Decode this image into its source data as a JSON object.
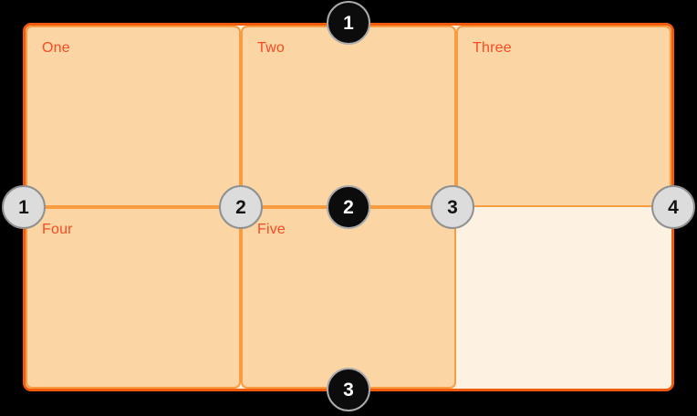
{
  "diagram": {
    "description": "CSS grid numbered lines diagram",
    "background_color": "#000000",
    "container_border_color": "#F35B0C",
    "container_background_color": "#FDF2E2",
    "cell_fill_color": "#FBD5A4",
    "cell_border_color": "#F89C42",
    "label_color": "#F94B22"
  },
  "grid": {
    "columns": 3,
    "rows": 2,
    "cells": [
      {
        "label": "One"
      },
      {
        "label": "Two"
      },
      {
        "label": "Three"
      },
      {
        "label": "Four"
      },
      {
        "label": "Five"
      },
      {
        "label": ""
      }
    ]
  },
  "markers": {
    "row_lines": [
      {
        "number": "1",
        "color": "#0C0C0C"
      },
      {
        "number": "2",
        "color": "#0C0C0C"
      },
      {
        "number": "3",
        "color": "#0C0C0C"
      }
    ],
    "column_lines": [
      {
        "number": "1",
        "color": "#DCDCDC"
      },
      {
        "number": "2",
        "color": "#DCDCDC"
      },
      {
        "number": "3",
        "color": "#DCDCDC"
      },
      {
        "number": "4",
        "color": "#DCDCDC"
      }
    ]
  }
}
